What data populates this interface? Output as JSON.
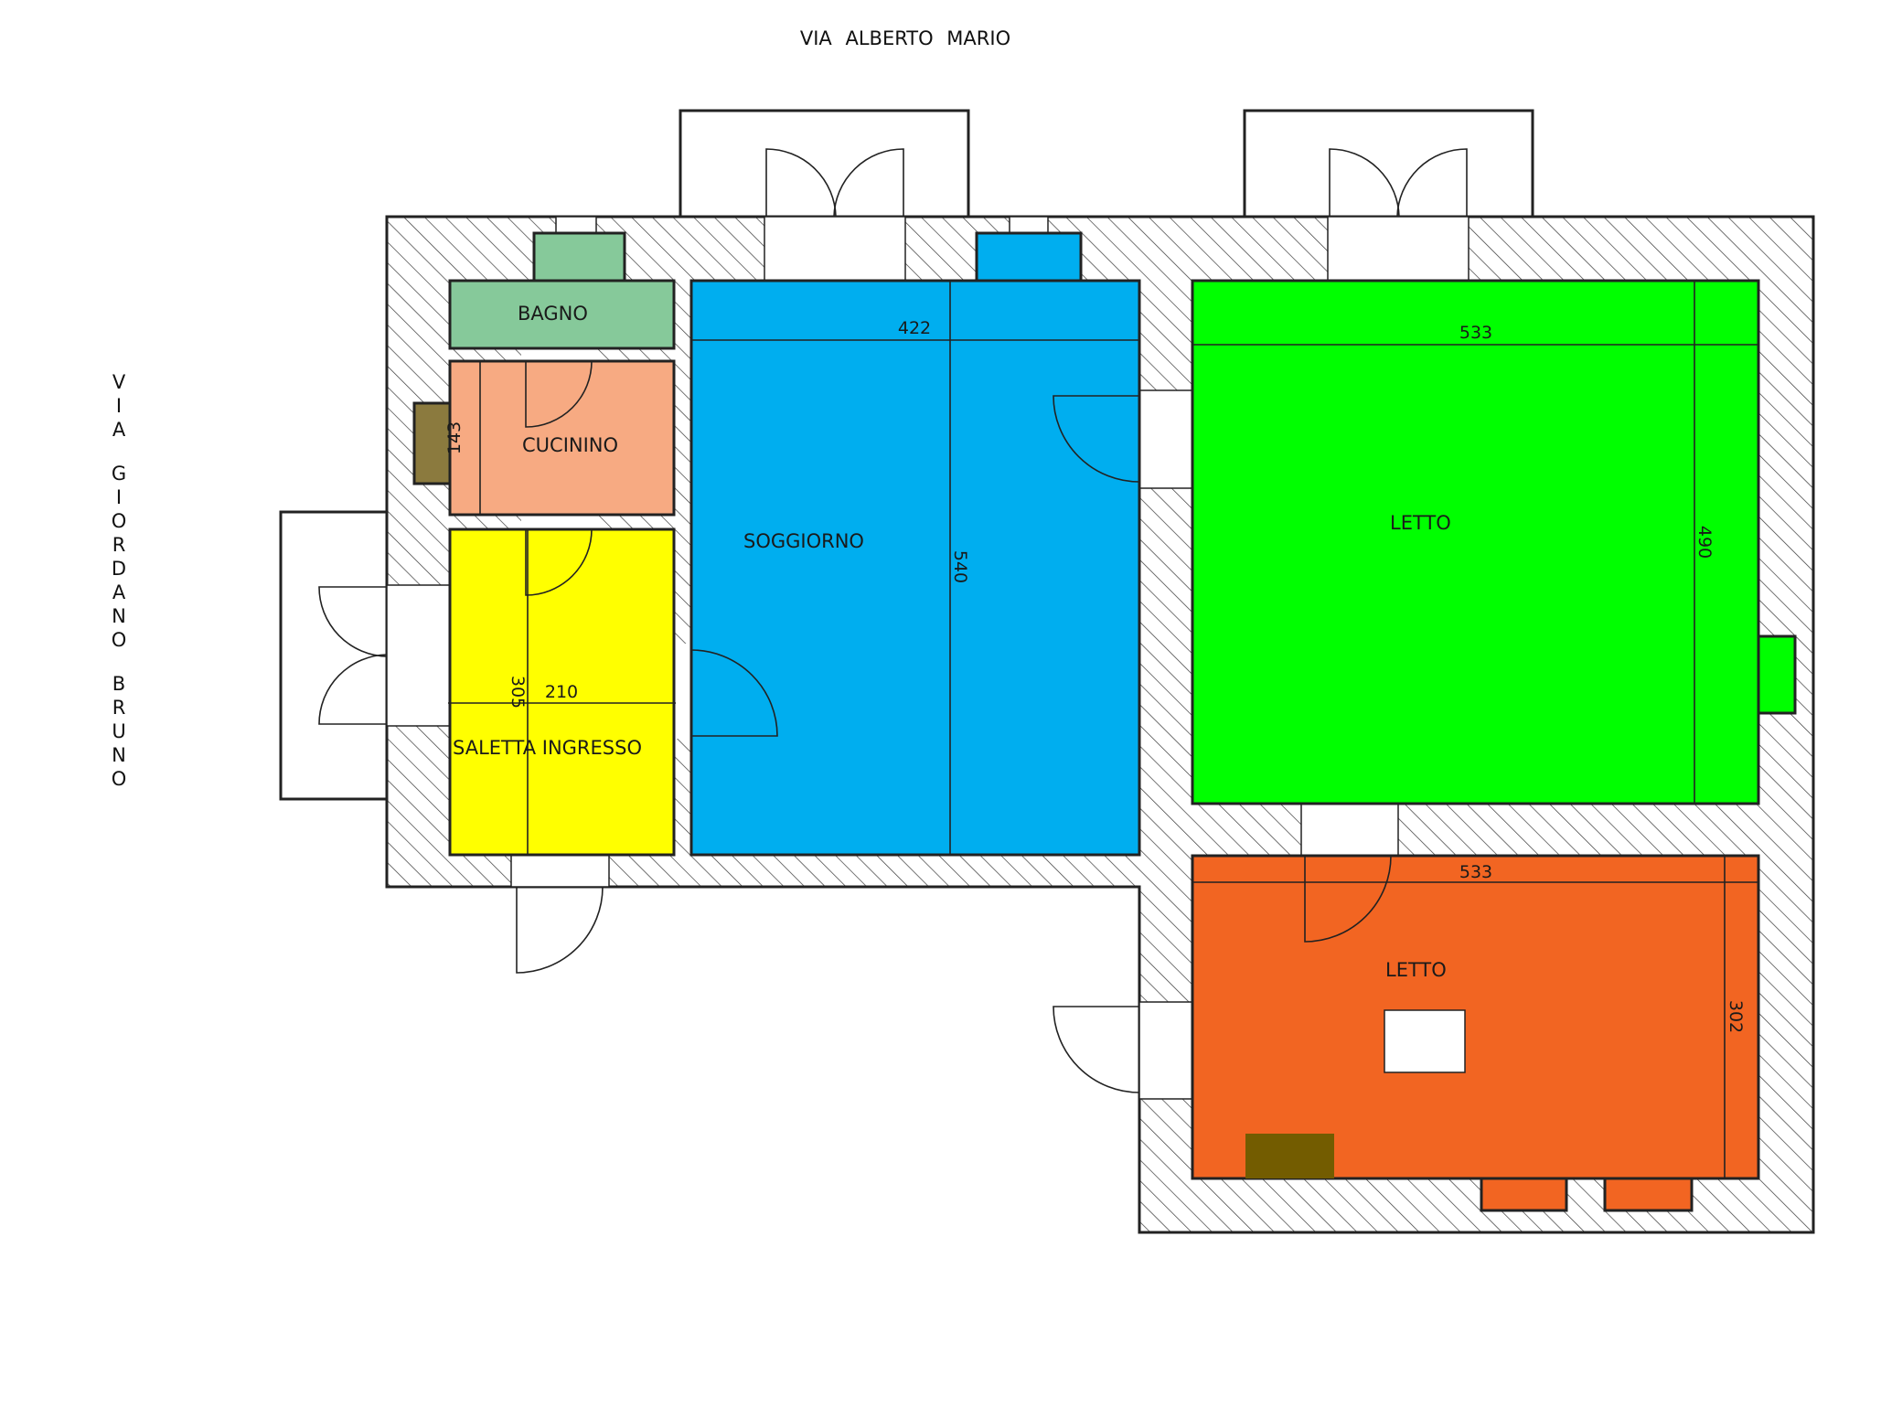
{
  "streets": {
    "top": "VIA  ALBERTO  MARIO",
    "left_letters": [
      "V",
      "I",
      "A",
      "",
      "G",
      "I",
      "O",
      "R",
      "D",
      "A",
      "N",
      "O",
      "",
      "B",
      "R",
      "U",
      "N",
      "O"
    ]
  },
  "rooms": {
    "bagno": {
      "label": "BAGNO",
      "color": "#86c99a"
    },
    "cucinino": {
      "label": "CUCININO",
      "color": "#f7aa82"
    },
    "saletta": {
      "label": "SALETTA INGRESSO",
      "color": "#ffff00"
    },
    "soggiorno": {
      "label": "SOGGIORNO",
      "color": "#00aeef"
    },
    "letto_1": {
      "label": "LETTO",
      "color": "#00ff00"
    },
    "letto_2": {
      "label": "LETTO",
      "color": "#f26522"
    }
  },
  "dimensions": {
    "cucinino_h": "143",
    "saletta_w": "210",
    "saletta_h": "305",
    "soggiorno_w": "422",
    "soggiorno_h": "540",
    "letto1_w": "533",
    "letto1_h": "490",
    "letto2_w": "533",
    "letto2_h": "302"
  },
  "colors": {
    "wall_hatch": "#333333",
    "fixture_brown": "#8b7a3e",
    "fixture_dark": "#735c00"
  }
}
